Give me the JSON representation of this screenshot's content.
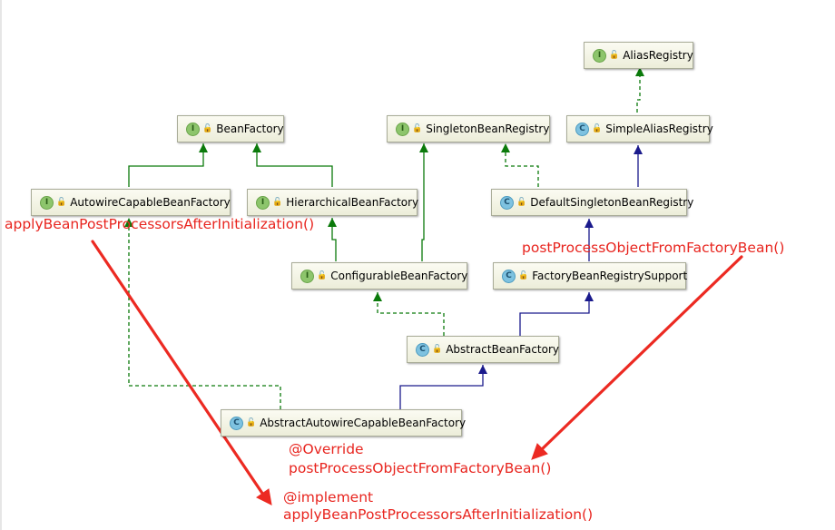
{
  "nodes": {
    "alias_registry": {
      "kind": "I",
      "name": "AliasRegistry"
    },
    "bean_factory": {
      "kind": "I",
      "name": "BeanFactory"
    },
    "singleton_bean_registry": {
      "kind": "I",
      "name": "SingletonBeanRegistry"
    },
    "simple_alias_registry": {
      "kind": "C",
      "name": "SimpleAliasRegistry"
    },
    "autowire_capable_bean_factory": {
      "kind": "I",
      "name": "AutowireCapableBeanFactory"
    },
    "hierarchical_bean_factory": {
      "kind": "I",
      "name": "HierarchicalBeanFactory"
    },
    "default_singleton_bean_registry": {
      "kind": "C",
      "name": "DefaultSingletonBeanRegistry"
    },
    "configurable_bean_factory": {
      "kind": "I",
      "name": "ConfigurableBeanFactory"
    },
    "factory_bean_registry_support": {
      "kind": "C",
      "name": "FactoryBeanRegistrySupport"
    },
    "abstract_bean_factory": {
      "kind": "C",
      "name": "AbstractBeanFactory"
    },
    "abstract_autowire_capable_bean_factory": {
      "kind": "C",
      "name": "AbstractAutowireCapableBeanFactory"
    }
  },
  "annotations": {
    "apply_method": "applyBeanPostProcessorsAfterInitialization()",
    "post_process_method": "postProcessObjectFromFactoryBean()",
    "override_label": "@Override",
    "override_method": "postProcessObjectFromFactoryBean()",
    "implement_label": "@implement",
    "implement_method": "applyBeanPostProcessorsAfterInitialization()"
  },
  "colors": {
    "interface_edge": "#0b7a0b",
    "class_edge": "#1a1a8c",
    "annotation": "#e8251f"
  },
  "icons": {
    "interface": "interface-badge-icon",
    "class": "class-badge-icon",
    "visibility": "lock-icon"
  }
}
